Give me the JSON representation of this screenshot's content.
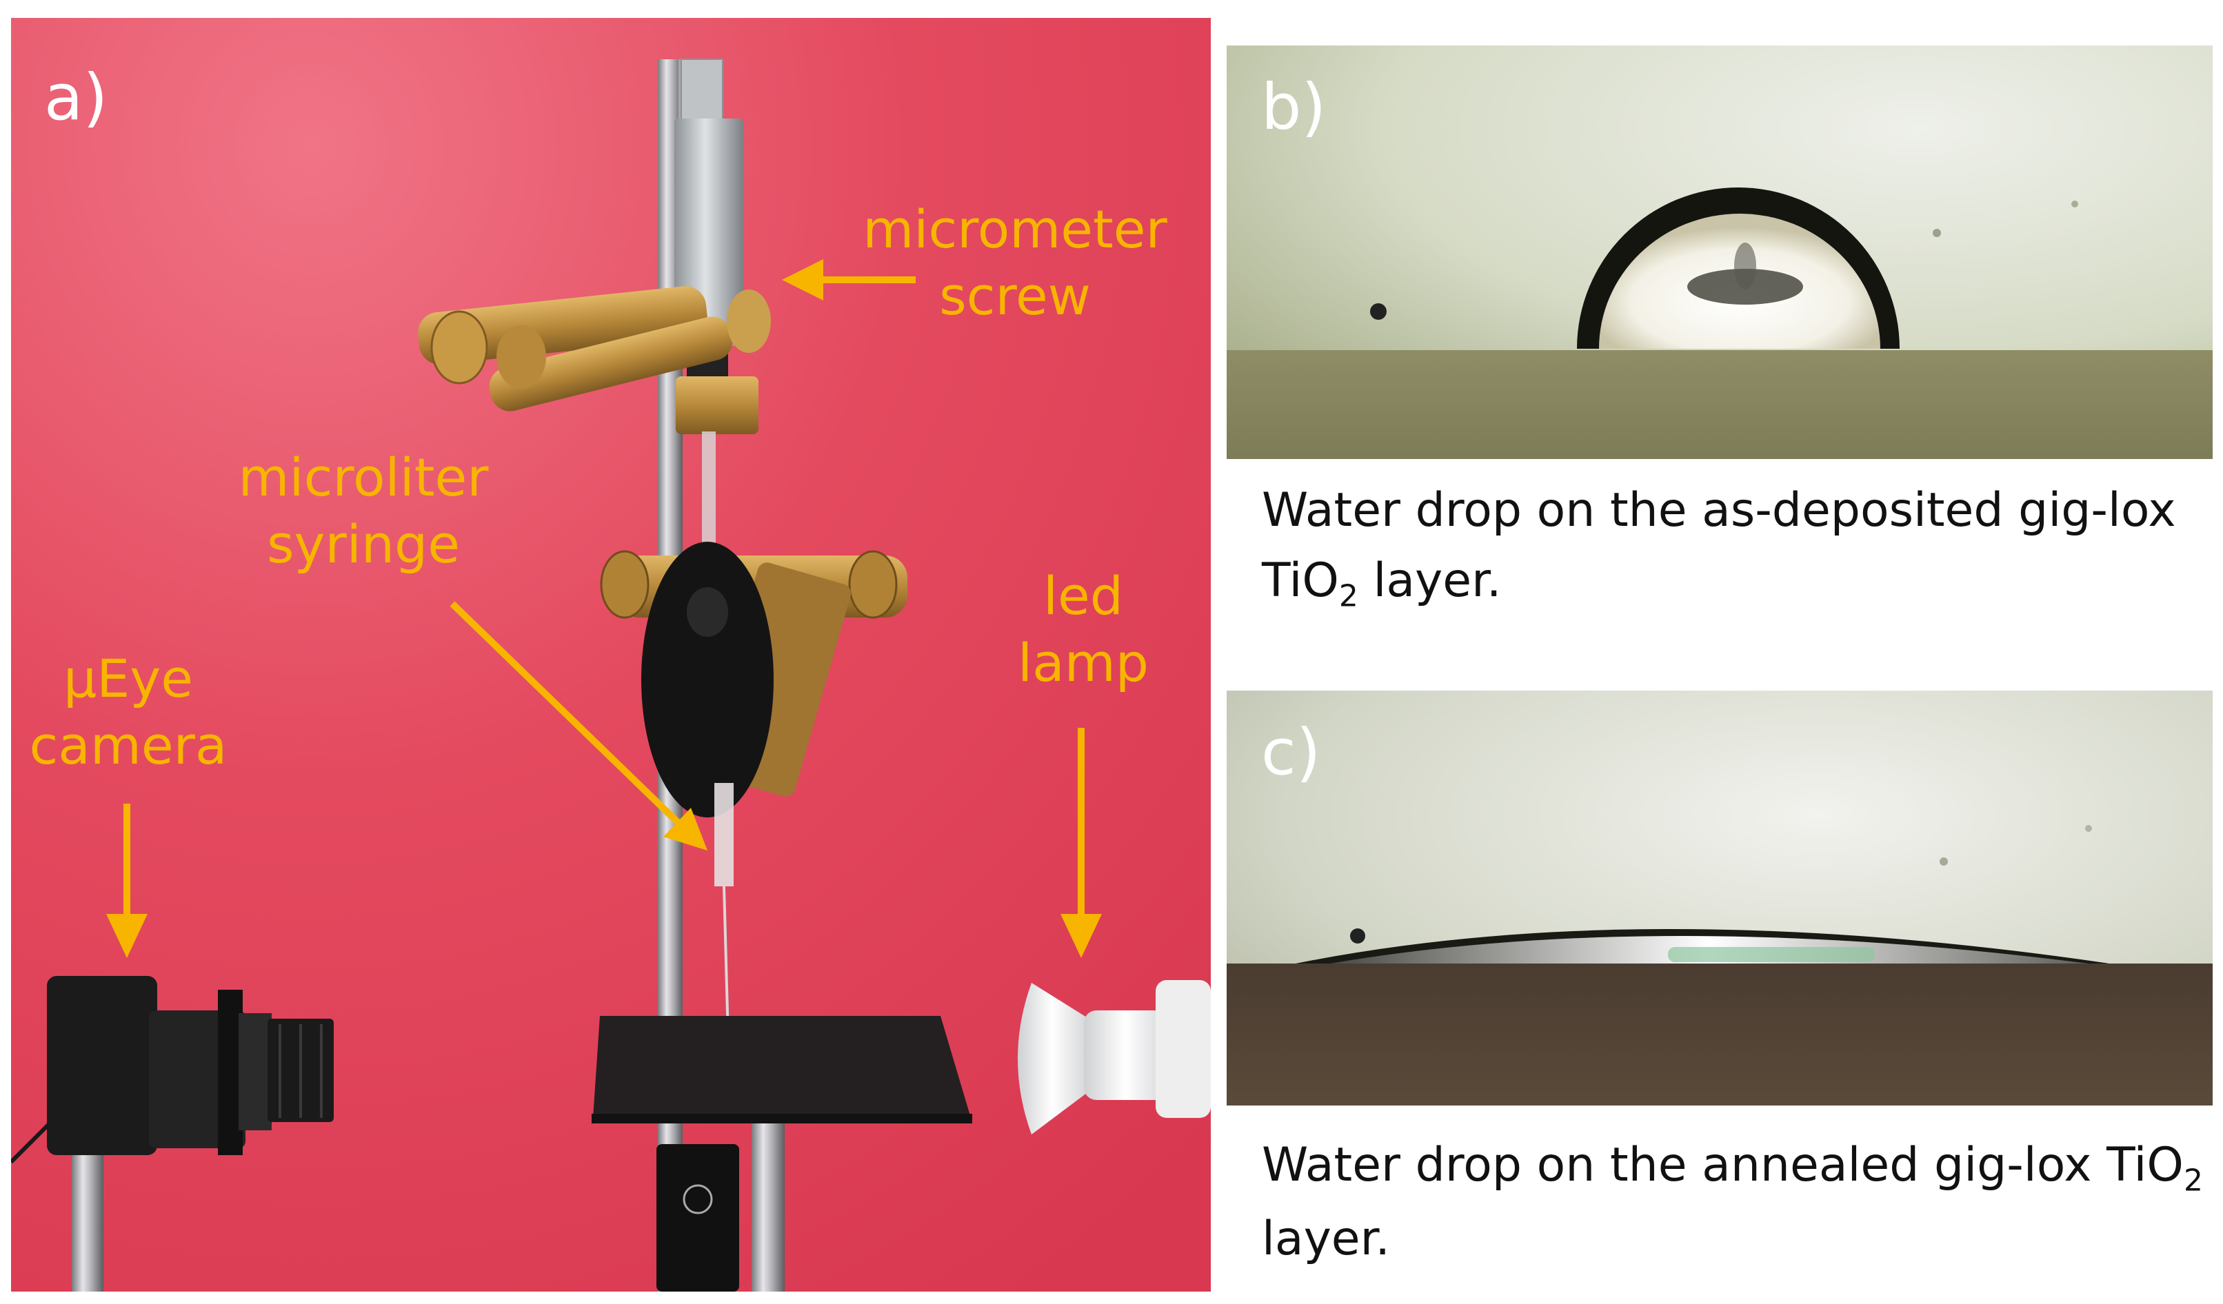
{
  "panels": {
    "a": {
      "letter": "a)",
      "labels": {
        "micrometer_screw": [
          "micrometer",
          "screw"
        ],
        "microliter_syringe": [
          "microliter",
          "syringe"
        ],
        "camera": [
          "µEye",
          "camera"
        ],
        "led_lamp": [
          "led",
          "lamp"
        ]
      }
    },
    "b": {
      "letter": "b)",
      "caption": {
        "line1": "Water drop on the as-deposited gig-lox",
        "chem": "TiO",
        "sub": "2",
        "rest": " layer."
      }
    },
    "c": {
      "letter": "c)",
      "caption": {
        "line1": "Water drop on the annealed gig-lox ",
        "chem": "TiO",
        "sub": "2",
        "line2": "layer."
      }
    }
  },
  "colors": {
    "label": "#f7b500",
    "background_red": "#e8485c",
    "brass": "#b8893a"
  }
}
